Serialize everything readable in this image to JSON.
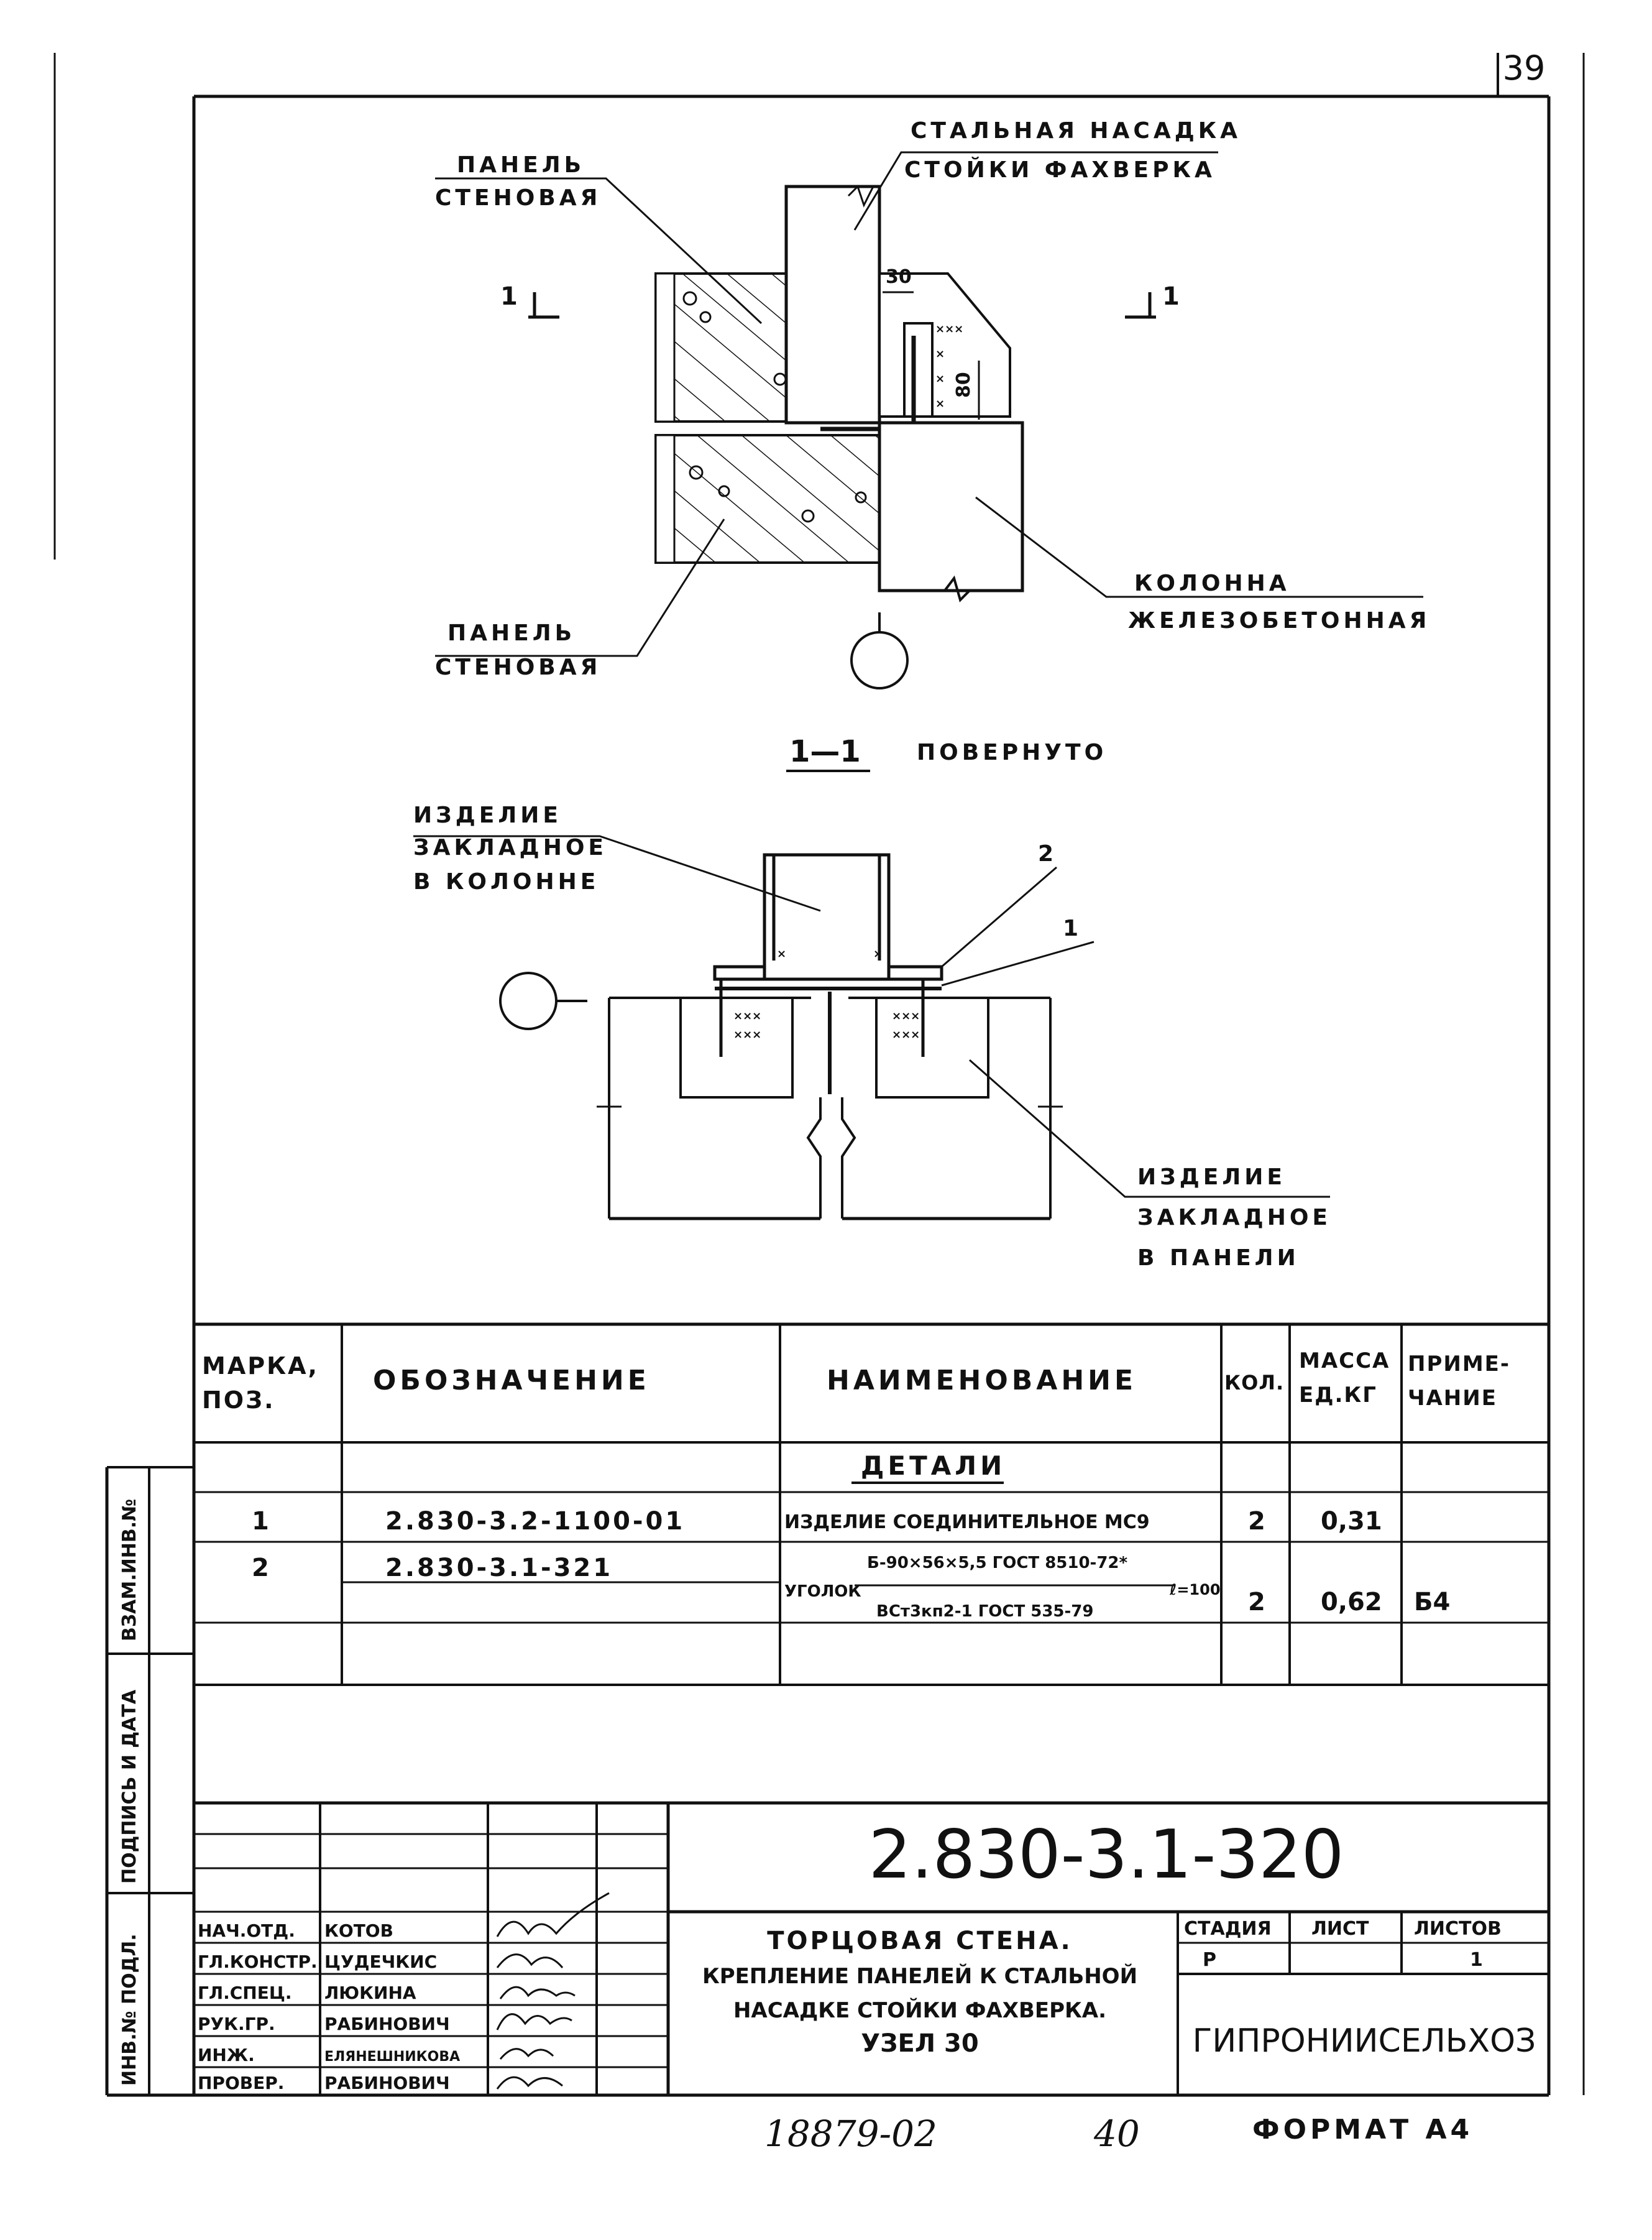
{
  "page_number": "39",
  "drawing": {
    "labels": {
      "panel_top_line1": "ПАНЕЛЬ",
      "panel_top_line2": "СТЕНОВАЯ",
      "nozzle_line1": "СТАЛЬНАЯ НАСАДКА",
      "nozzle_line2": "СТОЙКИ ФАХВЕРКА",
      "section_mark": "1",
      "dim_30": "30",
      "dim_80": "80",
      "column_line1": "КОЛОННА",
      "column_line2": "ЖЕЛЕЗОБЕТОННАЯ",
      "panel_bottom_line1": "ПАНЕЛЬ",
      "panel_bottom_line2": "СТЕНОВАЯ",
      "section_title": "1—1",
      "section_note": "ПОВЕРНУТО",
      "embed_col_line1": "ИЗДЕЛИЕ",
      "embed_col_line2": "ЗАКЛАДНОЕ",
      "embed_col_line3": "В КОЛОННЕ",
      "pos_2": "2",
      "pos_1": "1",
      "embed_panel_line1": "ИЗДЕЛИЕ",
      "embed_panel_line2": "ЗАКЛАДНОЕ",
      "embed_panel_line3": "В ПАНЕЛИ"
    }
  },
  "spec_table": {
    "headers": {
      "mark_line1": "МАРКА,",
      "mark_line2": "ПОЗ.",
      "designation": "ОБОЗНАЧЕНИЕ",
      "name": "НАИМЕНОВАНИЕ",
      "qty": "КОЛ.",
      "mass_line1": "МАССА",
      "mass_line2": "ЕД.КГ",
      "note_line1": "ПРИМЕ-",
      "note_line2": "ЧАНИЕ"
    },
    "section_label": "ДЕТАЛИ",
    "rows": [
      {
        "pos": "1",
        "designation": "2.830-3.2-1100-01",
        "name": "ИЗДЕЛИЕ СОЕДИНИТЕЛЬНОЕ МС9",
        "qty": "2",
        "mass": "0,31",
        "note": ""
      },
      {
        "pos": "2",
        "designation": "2.830-3.1-321",
        "name_prefix": "УГОЛОК",
        "name_top": "Б-90×56×5,5 ГОСТ 8510-72*",
        "name_bottom": "ВСт3кп2-1 ГОСТ 535-79",
        "name_suffix": "ℓ=100",
        "qty": "2",
        "mass": "0,62",
        "note": "Б4"
      }
    ]
  },
  "side_stamp": {
    "field_1": "ВЗАМ.ИНВ.№",
    "field_2": "ПОДПИСЬ И ДАТА",
    "field_3": "ИНВ.№ ПОДЛ."
  },
  "title_block": {
    "doc_number": "2.830-3.1-320",
    "roles": [
      {
        "role": "НАЧ.ОТД.",
        "name": "КОТОВ"
      },
      {
        "role": "ГЛ.КОНСТР.",
        "name": "ЦУДЕЧКИС"
      },
      {
        "role": "ГЛ.СПЕЦ.",
        "name": "ЛЮКИНА"
      },
      {
        "role": "РУК.ГР.",
        "name": "РАБИНОВИЧ"
      },
      {
        "role": "ИНЖ.",
        "name": "ЕЛЯНЕШНИКОВА"
      },
      {
        "role": "ПРОВЕР.",
        "name": "РАБИНОВИЧ"
      }
    ],
    "title_line1": "ТОРЦОВАЯ СТЕНА.",
    "title_line2": "КРЕПЛЕНИЕ ПАНЕЛЕЙ К СТАЛЬНОЙ",
    "title_line3": "НАСАДКЕ СТОЙКИ ФАХВЕРКА.",
    "title_line4": "УЗЕЛ 30",
    "stage_label": "СТАДИЯ",
    "sheet_label": "ЛИСТ",
    "sheets_label": "ЛИСТОВ",
    "stage_value": "Р",
    "sheet_value": "",
    "sheets_value": "1",
    "organization": "ГИПРОНИИСЕЛЬХОЗ"
  },
  "footer": {
    "archive_number": "18879-02",
    "page_code": "40",
    "format": "ФОРМАТ А4"
  }
}
